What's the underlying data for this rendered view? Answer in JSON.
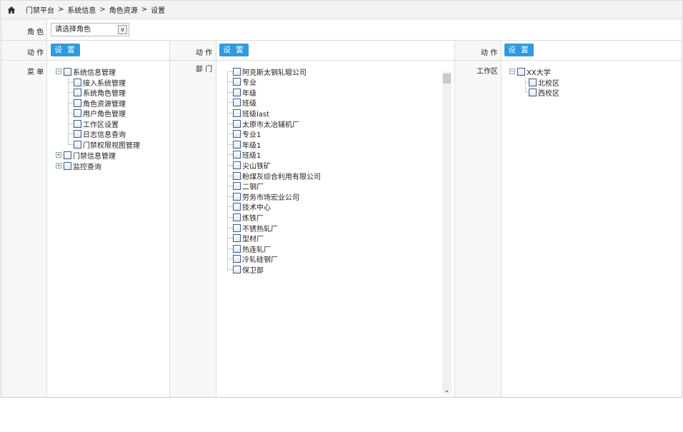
{
  "breadcrumb": [
    "门禁平台",
    ">",
    "系统信息",
    ">",
    "角色资源",
    ">",
    "设置"
  ],
  "role": {
    "label": "角 色",
    "select_value": "请选择角色"
  },
  "columns": [
    {
      "action_label": "动 作",
      "button": "设 置",
      "field_label": "菜 单"
    },
    {
      "action_label": "动 作",
      "button": "设 置",
      "field_label": "部 门"
    },
    {
      "action_label": "动 作",
      "button": "设 置",
      "field_label": "工作区"
    }
  ],
  "menu_tree": [
    {
      "label": "系统信息管理",
      "expanded": true,
      "children": [
        "接入系统管理",
        "系统角色管理",
        "角色资源管理",
        "用户角色管理",
        "工作区设置",
        "日志信息查询",
        "门禁权限视图管理"
      ]
    },
    {
      "label": "门禁信息管理",
      "expanded": false
    },
    {
      "label": "监控查询",
      "expanded": false
    }
  ],
  "departments": [
    "阿克斯太钢轧辊公司",
    "专业",
    "年级",
    "班级",
    "班级last",
    "太原市太冶辅机厂",
    "专业1",
    "年级1",
    "班级1",
    "尖山铁矿",
    "粉煤灰综合利用有限公司",
    "二钢厂",
    "劳务市场宏业公司",
    "技术中心",
    "炼铁厂",
    "不锈热轧厂",
    "型材厂",
    "热连轧厂",
    "冷轧硅钢厂",
    "保卫部"
  ],
  "workarea_tree": {
    "label": "XX大学",
    "children": [
      "北校区",
      "西校区"
    ]
  }
}
